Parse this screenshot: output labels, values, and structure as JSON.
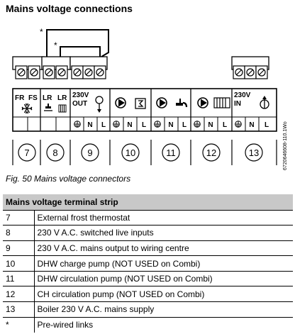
{
  "page_title": "Mains voltage connections",
  "diagram": {
    "link_marks": [
      "*",
      "*"
    ],
    "blocks": [
      {
        "number": "7",
        "headers": [
          "FR",
          "FS"
        ]
      },
      {
        "number": "8",
        "headers": [
          "LR",
          "LR"
        ]
      },
      {
        "number": "9",
        "headers": [
          "230V",
          "OUT"
        ]
      },
      {
        "number": "10",
        "headers": []
      },
      {
        "number": "11",
        "headers": []
      },
      {
        "number": "12",
        "headers": []
      },
      {
        "number": "13",
        "headers": [
          "230V",
          "IN"
        ]
      }
    ],
    "terminal_letters": {
      "neutral": "N",
      "live": "L"
    },
    "part_code": "6720646608-110.1Wo",
    "icons": [
      "snowflake-icon",
      "tap-icon",
      "radiator-icon",
      "earth-icon",
      "arrow-down-icon",
      "pump-icon",
      "cylinder-icon",
      "arrow-up-icon"
    ]
  },
  "figure_caption": "Fig. 50  Mains voltage connectors",
  "table": {
    "header": "Mains voltage terminal strip",
    "rows": [
      {
        "num": "7",
        "desc": "External frost thermostat"
      },
      {
        "num": "8",
        "desc": "230 V A.C. switched live inputs"
      },
      {
        "num": "9",
        "desc": "230 V A.C. mains output to wiring centre"
      },
      {
        "num": "10",
        "desc": "DHW charge pump (NOT USED on Combi)"
      },
      {
        "num": "11",
        "desc": "DHW circulation pump (NOT USED on Combi)"
      },
      {
        "num": "12",
        "desc": "CH circulation pump (NOT USED on Combi)"
      },
      {
        "num": "13",
        "desc": "Boiler 230 V A.C. mains supply"
      },
      {
        "num": "*",
        "desc": "Pre-wired links"
      }
    ]
  }
}
